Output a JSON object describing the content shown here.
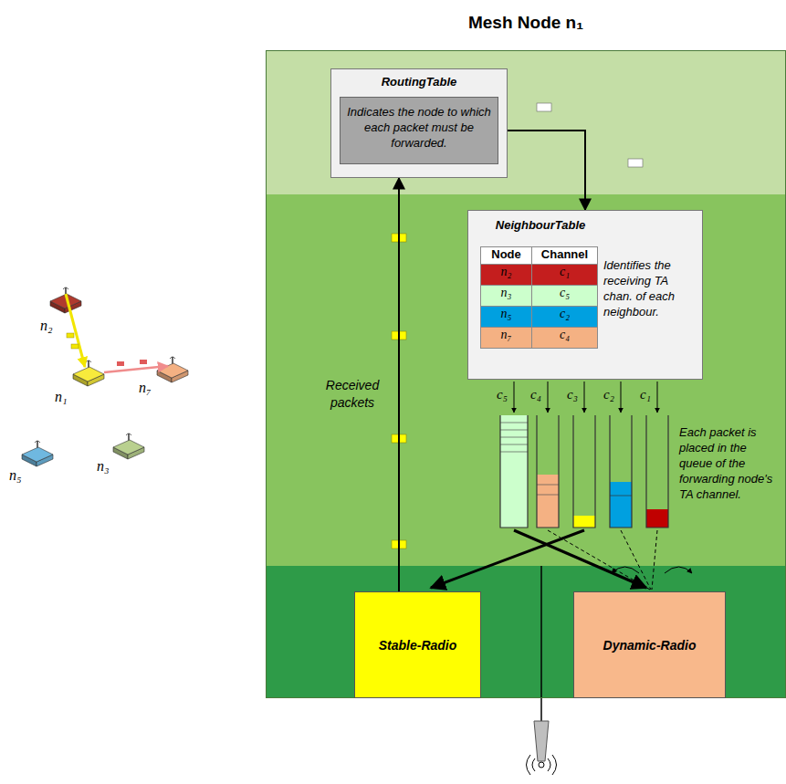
{
  "diagram": {
    "nodes": [
      {
        "text": [
          "Mesh Node n₁"
        ]
      },
      {
        "text": [
          "RoutingTable"
        ],
        "in": 0
      },
      {
        "text": [
          "Indicates the node to which each packet must be forwarded."
        ],
        "in": 1
      },
      {
        "text": [
          "NeighbourTable",
          "Identifies the receiving TA chan. of each neighbour."
        ],
        "in": 0
      },
      {
        "text": [
          "Stable-Radio"
        ],
        "in": 0
      },
      {
        "text": [
          "Dynamic-Radio"
        ],
        "in": 0
      }
    ],
    "edges": [
      {
        "from": 4,
        "to": 1,
        "arrow": "to"
      },
      {
        "from": 1,
        "to": 3,
        "arrow": "to"
      }
    ],
    "labels": [
      "Received packets",
      "Node",
      "Channel",
      "n₂",
      "c₁",
      "n₃",
      "c₅",
      "n₅",
      "c₂",
      "n₇",
      "c₄",
      "c₅",
      "c₄",
      "c₃",
      "c₂",
      "c₁",
      "Each packet is placed in the queue of the forwarding node's TA channel.",
      "n₂",
      "n₁",
      "n₇",
      "n₅",
      "n₃"
    ]
  }
}
